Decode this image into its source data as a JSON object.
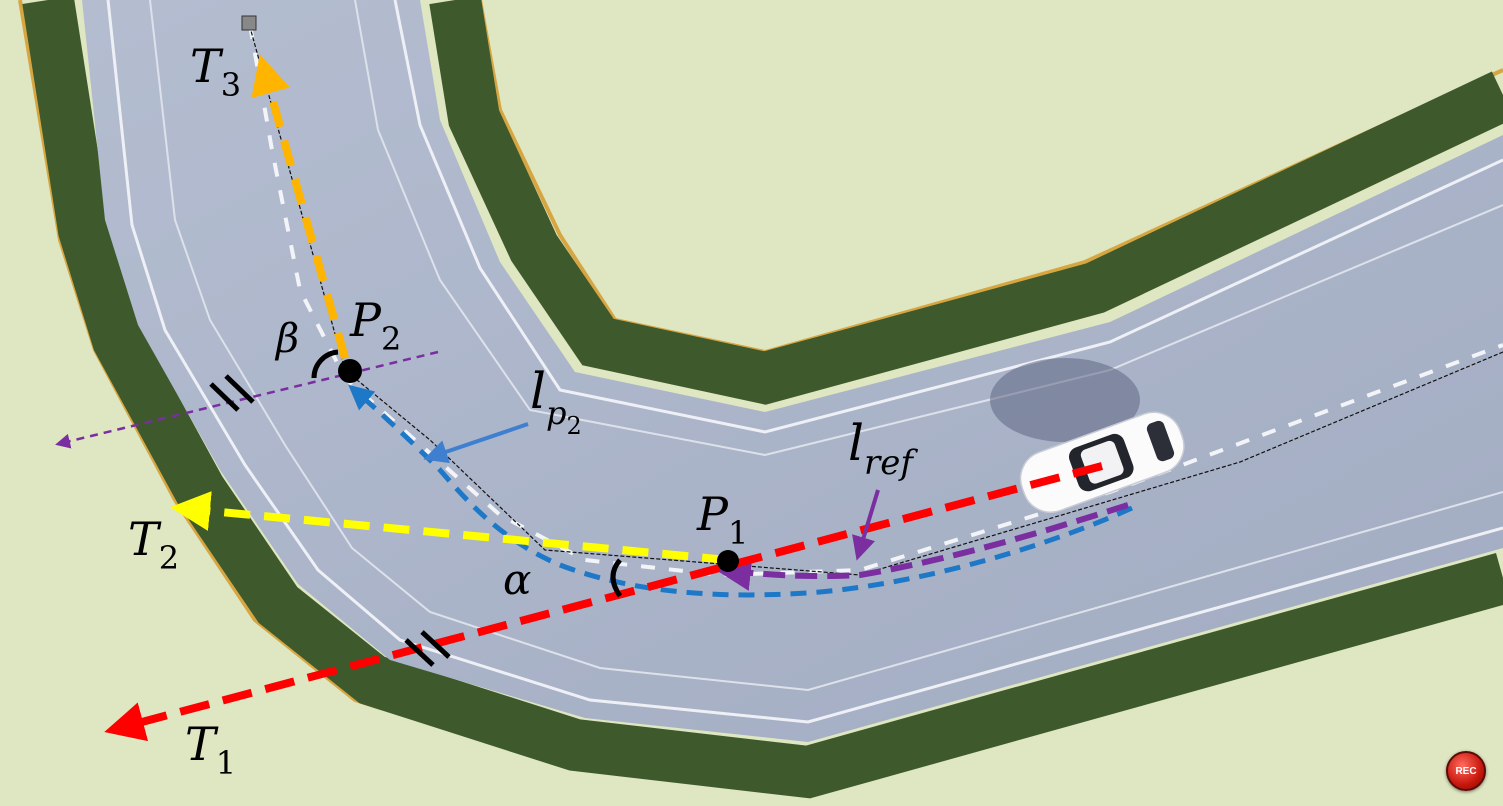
{
  "labels": {
    "t3": "T",
    "t3_sub": "3",
    "t2": "T",
    "t2_sub": "2",
    "t1": "T",
    "t1_sub": "1",
    "p1": "P",
    "p1_sub": "1",
    "p2": "P",
    "p2_sub": "2",
    "lp2": "l",
    "lp2_sub": "p",
    "lp2_subsub": "2",
    "lref": "l",
    "lref_sub": "ref",
    "alpha": "α",
    "beta": "β"
  },
  "rec_button": "REC",
  "colors": {
    "grass": "#dfe6c2",
    "hedge": "#3e5a2c",
    "road": "#a4aec4",
    "curb": "#d8a640",
    "t1_ray": "#ff0000",
    "t2_ray": "#ffff00",
    "t3_ray": "#ffb400",
    "lp2_path": "#1e78c8",
    "lref_path": "#7a2ea0",
    "label_arrow": "#3f7fcf"
  }
}
